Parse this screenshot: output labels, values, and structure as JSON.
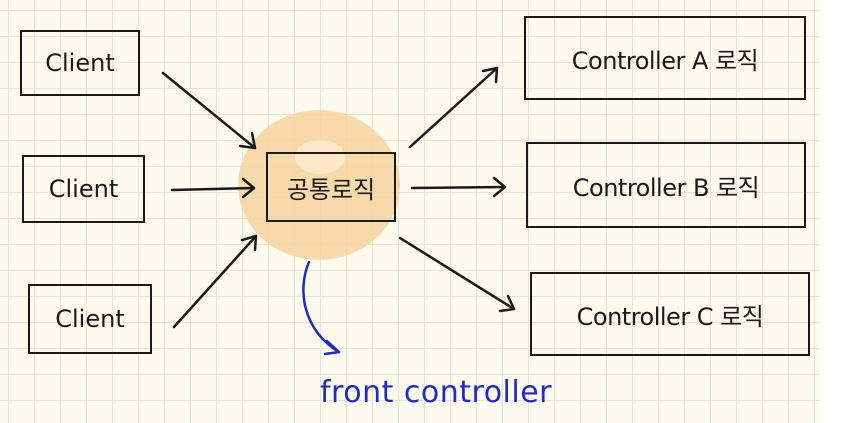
{
  "clients": [
    {
      "label": "Client"
    },
    {
      "label": "Client"
    },
    {
      "label": "Client"
    }
  ],
  "common_logic": {
    "label": "공통로직"
  },
  "controllers": [
    {
      "label": "Controller A 로직"
    },
    {
      "label": "Controller B 로직"
    },
    {
      "label": "Controller C 로직"
    }
  ],
  "front_controller": {
    "label": "front controller"
  },
  "colors": {
    "ink": "#1a1a1a",
    "highlight": "#f7d49d",
    "annotation": "#1f2cc4",
    "paper": "#fdfbef",
    "grid": "#e7e4d6"
  }
}
